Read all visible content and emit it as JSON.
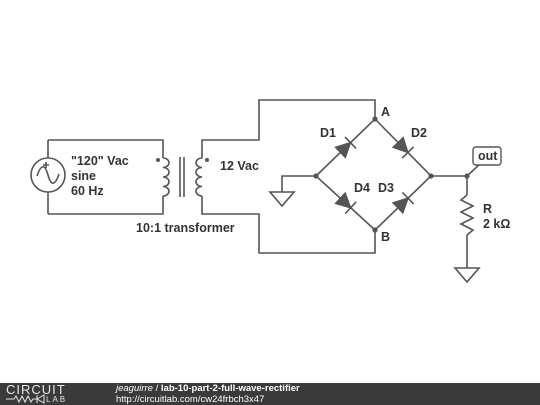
{
  "schematic": {
    "source": {
      "line1": "\"120\" Vac",
      "line2": "sine",
      "line3": "60 Hz"
    },
    "transformer": {
      "secondary_label": "12 Vac",
      "caption": "10:1 transformer"
    },
    "diodes": {
      "d1": "D1",
      "d2": "D2",
      "d3": "D3",
      "d4": "D4"
    },
    "nodes": {
      "a": "A",
      "b": "B"
    },
    "output_label": "out",
    "resistor": {
      "name": "R",
      "value": "2 kΩ"
    }
  },
  "footer": {
    "logo_top": "CIRCUIT",
    "logo_bottom": "LAB",
    "author": "jeaguirre",
    "separator": " / ",
    "title": "lab-10-part-2-full-wave-rectifier",
    "url": "http://circuitlab.com/cw24frbch3x47"
  },
  "colors": {
    "wire": "#555555",
    "footer_bg": "#3a3a3a",
    "footer_text": "#ffffff"
  }
}
